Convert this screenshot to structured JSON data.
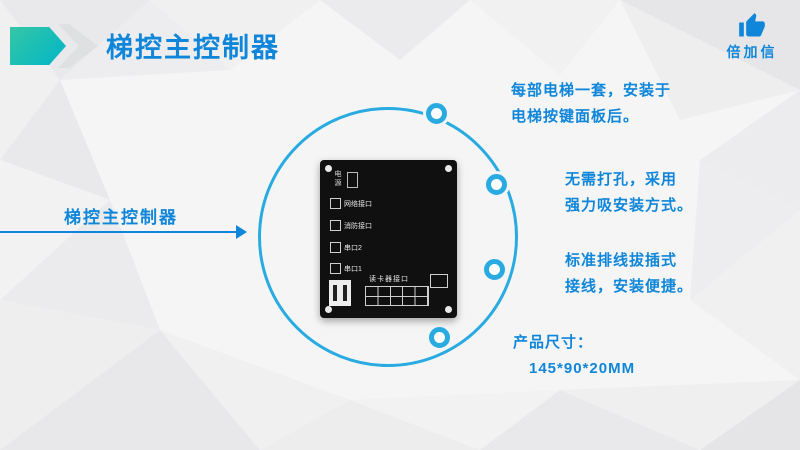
{
  "header": {
    "title": "梯控主控制器"
  },
  "logo": {
    "text": "倍加信",
    "icon": "thumbs-up-icon"
  },
  "left": {
    "label": "梯控主控制器"
  },
  "callouts": [
    {
      "line1": "每部电梯一套，安装于",
      "line2": "电梯按键面板后。"
    },
    {
      "line1": "无需打孔，采用",
      "line2": "强力吸安装方式。"
    },
    {
      "line1": "标准排线拔插式",
      "line2": "接线，安装便捷。"
    },
    {
      "line1": "产品尺寸：",
      "line2": "145*90*20MM"
    }
  ],
  "board": {
    "power_label": "电源",
    "port_labels": [
      "网络接口",
      "消防接口",
      "串口2",
      "串口1"
    ],
    "bottom_label": "读卡器接口"
  },
  "colors": {
    "accent_blue": "#0f86d9",
    "circle_blue": "#29abe2",
    "teal": "#00b5c9"
  }
}
